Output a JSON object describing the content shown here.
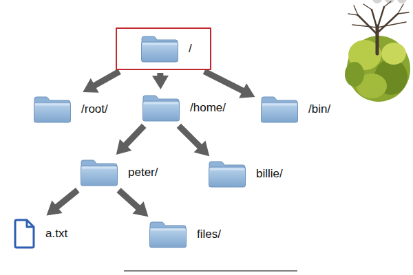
{
  "diagram": {
    "nodes": [
      {
        "text": [
          "/"
        ]
      },
      {
        "text": [
          "/root/"
        ]
      },
      {
        "text": [
          "/home/"
        ]
      },
      {
        "text": [
          "/bin/"
        ]
      },
      {
        "text": [
          "peter/"
        ]
      },
      {
        "text": [
          "billie/"
        ]
      },
      {
        "text": [
          "a.txt"
        ]
      },
      {
        "text": [
          "files/"
        ]
      }
    ],
    "edges": [
      {
        "from": 0,
        "to": 1,
        "arrow": "to"
      },
      {
        "from": 0,
        "to": 2,
        "arrow": "to"
      },
      {
        "from": 0,
        "to": 3,
        "arrow": "to"
      },
      {
        "from": 2,
        "to": 4,
        "arrow": "to"
      },
      {
        "from": 2,
        "to": 5,
        "arrow": "to"
      },
      {
        "from": 4,
        "to": 6,
        "arrow": "to"
      },
      {
        "from": 4,
        "to": 7,
        "arrow": "to"
      }
    ]
  }
}
